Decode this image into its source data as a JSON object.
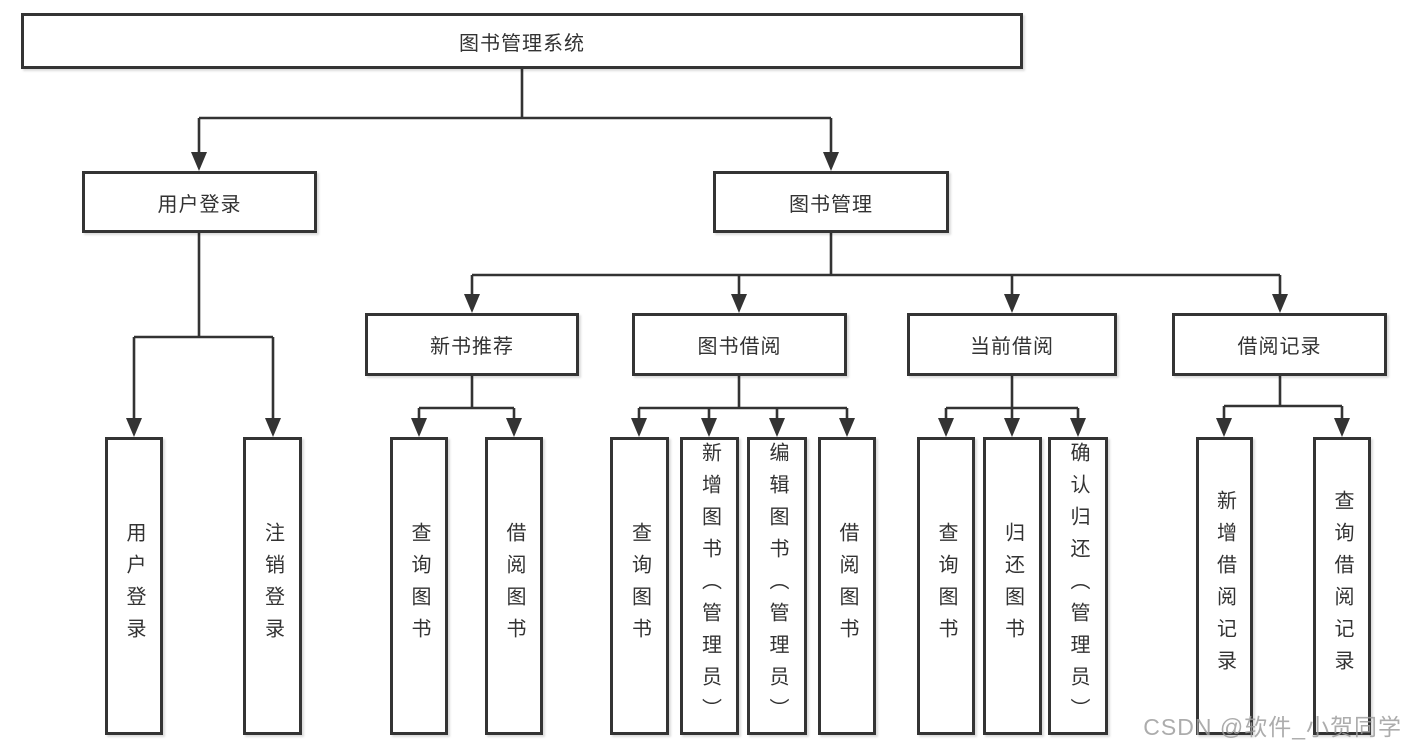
{
  "diagram": {
    "root": {
      "label": "图书管理系统"
    },
    "children": [
      {
        "label": "用户登录",
        "children": [
          {
            "label": "用户登录"
          },
          {
            "label": "注销登录"
          }
        ]
      },
      {
        "label": "图书管理",
        "children": [
          {
            "label": "新书推荐",
            "children": [
              {
                "label": "查询图书"
              },
              {
                "label": "借阅图书"
              }
            ]
          },
          {
            "label": "图书借阅",
            "children": [
              {
                "label": "查询图书"
              },
              {
                "label": "新增图书（管理员）"
              },
              {
                "label": "编辑图书（管理员）"
              },
              {
                "label": "借阅图书"
              }
            ]
          },
          {
            "label": "当前借阅",
            "children": [
              {
                "label": "查询图书"
              },
              {
                "label": "归还图书"
              },
              {
                "label": "确认归还（管理员）"
              }
            ]
          },
          {
            "label": "借阅记录",
            "children": [
              {
                "label": "新增借阅记录"
              },
              {
                "label": "查询借阅记录"
              }
            ]
          }
        ]
      }
    ]
  },
  "watermark": {
    "text": "CSDN @软件_小贺同学"
  },
  "colors": {
    "line": "#333333",
    "border": "#343434",
    "text": "#333333",
    "box_background": "#ffffff",
    "page_background": "#ffffff",
    "watermark": "#9e9e9e"
  }
}
